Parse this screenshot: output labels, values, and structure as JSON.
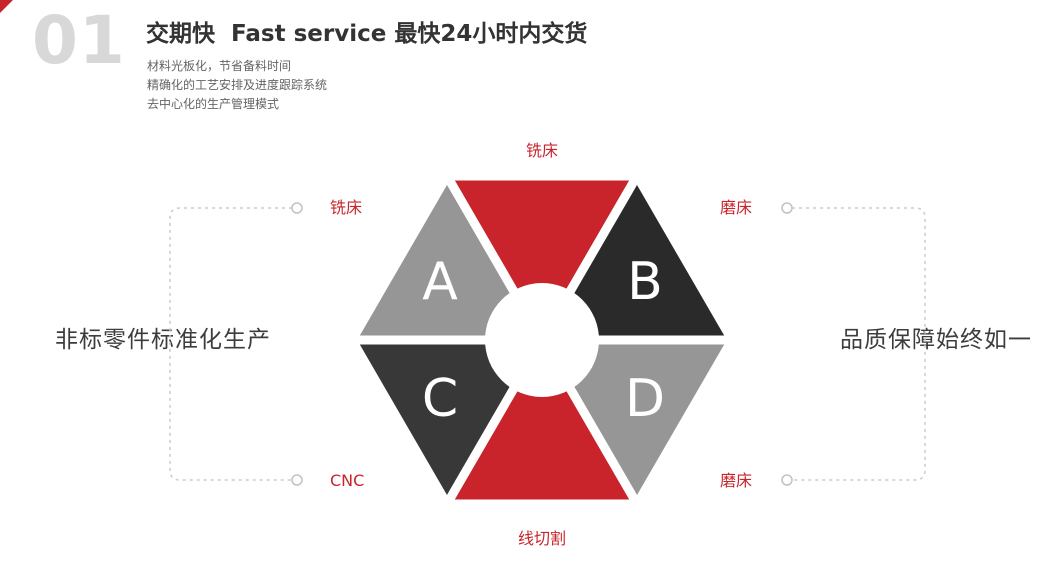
{
  "header": {
    "number": "01",
    "title": "交期快  Fast service 最快24小时内交货",
    "subtitles": [
      "材料光板化，节省备料时间",
      "精确化的工艺安排及进度跟踪系统",
      "去中心化的生产管理模式"
    ]
  },
  "side_labels": {
    "left": "非标零件标准化生产",
    "right": "品质保障始终如一"
  },
  "diagram": {
    "labels": {
      "top": "铣床",
      "upper_left": "铣床",
      "upper_right": "磨床",
      "lower_left": "CNC",
      "lower_right": "磨床",
      "bottom": "线切割"
    },
    "segments": [
      {
        "id": "top",
        "letter": "",
        "color": "#c9242b"
      },
      {
        "id": "upper_left",
        "letter": "A",
        "color": "#969696"
      },
      {
        "id": "upper_right",
        "letter": "B",
        "color": "#2a2a2a"
      },
      {
        "id": "lower_left",
        "letter": "C",
        "color": "#383838"
      },
      {
        "id": "lower_right",
        "letter": "D",
        "color": "#969696"
      },
      {
        "id": "bottom",
        "letter": "",
        "color": "#c9242b"
      }
    ]
  },
  "colors": {
    "accent_red": "#c9242b",
    "segment_gray": "#969696",
    "segment_dark": "#2e2e2e",
    "number_gray": "#d8d8d8",
    "text_dark": "#333333",
    "text_gray": "#646464",
    "dash_gray": "#cbcbcb"
  }
}
